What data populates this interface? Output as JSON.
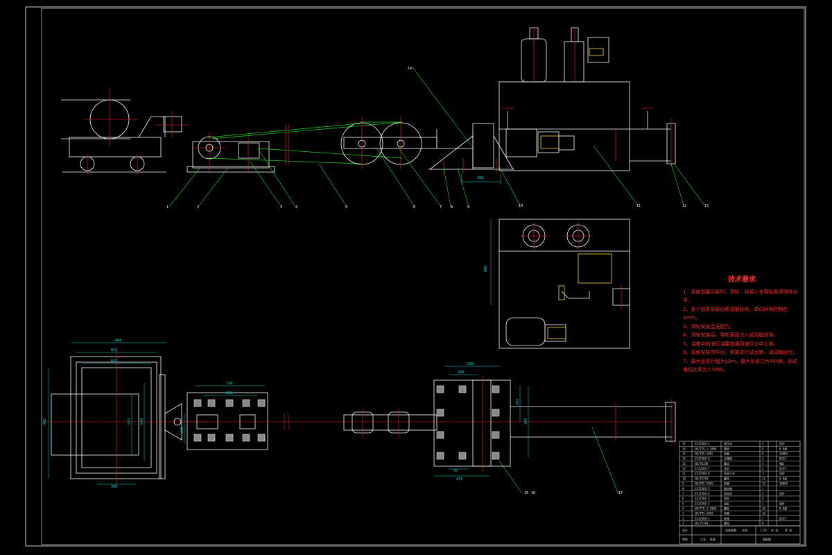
{
  "tech_requirements": {
    "title": "技术要求",
    "items": [
      "1、系统测量压紧时，滑轮、张紧小车导轨面须保持水平。",
      "2、各个链条安装后需调整张紧，单向间隙控制在1mm。",
      "3、滑轮安装后无阻力。",
      "4、滑轮安装后，导轨表面注入润滑脂润滑。",
      "5、油箱中的液压油要加满到液位计中上限。",
      "6、系统安装完毕后，需要进行试运转，调试和运行。",
      "7、最大张紧行程为10m，最大张紧力为49KN，驱动电机功率为7.5KW。"
    ]
  },
  "dimensions": {
    "d308": "308",
    "d880": "880",
    "d864": "864",
    "d812": "812",
    "d632": "632",
    "d882": "882",
    "d573": "573",
    "d643": "643",
    "d300": "300",
    "d720": "720",
    "d650": "650",
    "d230": "230",
    "d226": "226",
    "d240": "240",
    "d287": "287",
    "d374": "374",
    "d474": "474",
    "d70": "70"
  },
  "callouts": [
    "1",
    "2",
    "3",
    "4",
    "5",
    "6",
    "7",
    "8",
    "9",
    "10",
    "11",
    "12",
    "13",
    "14",
    "15",
    "16",
    "17"
  ],
  "title_block": {
    "rows": [
      [
        "17",
        "ZXJ2566-1",
        "液压站",
        "1",
        "",
        "组件"
      ],
      [
        "16",
        "GB/T70.1-2000",
        "螺栓",
        "8",
        "",
        "8.8级"
      ],
      [
        "15",
        "GB/T95-2002",
        "垫圈",
        "8",
        "",
        "100HV"
      ],
      [
        "14",
        "ZXJ2566-8",
        "支撑架",
        "1",
        "",
        "Q235"
      ],
      [
        "13",
        "GB/T6170",
        "螺母",
        "4",
        "",
        "8级"
      ],
      [
        "12",
        "ZXJ2566-7",
        "导轨",
        "2",
        "",
        "Q235"
      ],
      [
        "11",
        "ZXJ2566-6",
        "张紧小车",
        "1",
        "",
        "组件"
      ],
      [
        "10",
        "GB/T5783",
        "螺栓",
        "12",
        "",
        "8.8级"
      ],
      [
        "9",
        "GB/T95-2002",
        "垫圈",
        "12",
        "",
        "100HV"
      ],
      [
        "8",
        "ZXJ2566-5",
        "钢丝绳",
        "1",
        "",
        ""
      ],
      [
        "7",
        "ZXJ2566-4",
        "滑轮组",
        "2",
        "",
        "组件"
      ],
      [
        "6",
        "ZXJ2566-3",
        "滑轮",
        "4",
        "",
        ""
      ],
      [
        "5",
        "ZXJ2566-2",
        "油缸",
        "1",
        "",
        "组件"
      ],
      [
        "4",
        "GB/T70.1-2000",
        "螺栓",
        "16",
        "",
        "8.8级"
      ],
      [
        "3",
        "GB/T95-2002",
        "垫圈",
        "16",
        "",
        ""
      ],
      [
        "2",
        "ZXJ2566-1",
        "底座",
        "1",
        "",
        "Q235"
      ],
      [
        "1",
        "GB/T5783",
        "螺栓",
        "8",
        "",
        ""
      ]
    ],
    "footer_1": "张紧装置",
    "footer_2": "比例",
    "footer_3": "1:20",
    "footer_4": "共 张",
    "footer_5": "第 张",
    "footer_6": "设计",
    "footer_7": "审核",
    "footer_8": "工艺",
    "footer_9": "批准",
    "footer_10": "装配图"
  }
}
